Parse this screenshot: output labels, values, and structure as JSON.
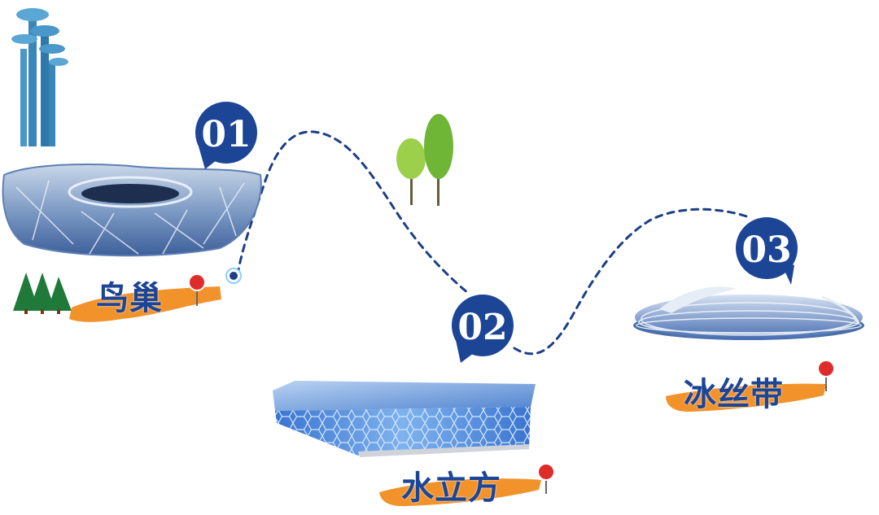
{
  "stops": [
    {
      "number": "01",
      "name": "鸟巢"
    },
    {
      "number": "02",
      "name": "水立方"
    },
    {
      "number": "03",
      "name": "冰丝带"
    }
  ],
  "colors": {
    "navy": "#1c4596",
    "brush_orange": "#f2922b",
    "pin_red": "#e02b2b",
    "tree_green": "#1f7a3a",
    "leaf_green": "#7fc241",
    "tower_blue": "#3a86b8"
  },
  "icons": [
    "observation-tower-icon",
    "bird-nest-stadium-icon",
    "water-cube-icon",
    "ice-ribbon-icon",
    "pine-trees-icon",
    "poplar-trees-icon",
    "location-pin-icon"
  ]
}
